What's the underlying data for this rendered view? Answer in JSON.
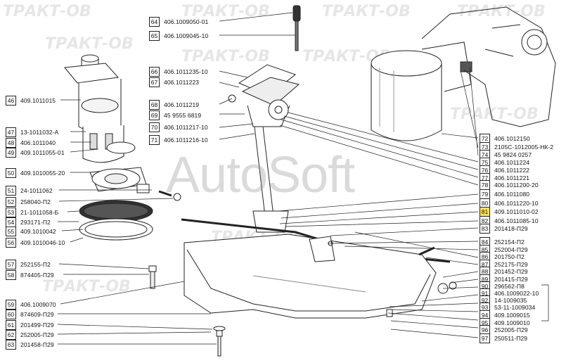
{
  "watermarks": {
    "brand": "ТРАКТ-ОВ",
    "overlay": "AutoSoft"
  },
  "callouts": [
    {
      "n": "46",
      "code": "409.1011015"
    },
    {
      "n": "47",
      "code": "13-1011032-А"
    },
    {
      "n": "48",
      "code": "406.1011040"
    },
    {
      "n": "49",
      "code": "409.1011055-01"
    },
    {
      "n": "50",
      "code": "409.1010055-20"
    },
    {
      "n": "51",
      "code": "24-1011062"
    },
    {
      "n": "52",
      "code": "258040-П2"
    },
    {
      "n": "53",
      "code": "21-1011058-Б"
    },
    {
      "n": "54",
      "code": "293171-П2"
    },
    {
      "n": "55",
      "code": "409.1010042"
    },
    {
      "n": "56",
      "code": "409.1010046-10"
    },
    {
      "n": "57",
      "code": "252155-П2"
    },
    {
      "n": "58",
      "code": "874405-П29"
    },
    {
      "n": "59",
      "code": "406.1009070"
    },
    {
      "n": "60",
      "code": "874609-П29"
    },
    {
      "n": "61",
      "code": "201499-П29"
    },
    {
      "n": "62",
      "code": "252005-П29"
    },
    {
      "n": "63",
      "code": "201458-П29"
    },
    {
      "n": "64",
      "code": "406.1009050-01"
    },
    {
      "n": "65",
      "code": "406.1009045-10"
    },
    {
      "n": "66",
      "code": "406.1011235-10"
    },
    {
      "n": "67",
      "code": "406.1011223"
    },
    {
      "n": "68",
      "code": "406.1011219"
    },
    {
      "n": "69",
      "code": "45 9555 6819"
    },
    {
      "n": "70",
      "code": "406.1011217-10"
    },
    {
      "n": "71",
      "code": "406.1011216-10"
    },
    {
      "n": "72",
      "code": "406.1012150"
    },
    {
      "n": "73",
      "code": "2105C-1012005-НК-2"
    },
    {
      "n": "74",
      "code": "45 9824 0257"
    },
    {
      "n": "75",
      "code": "406.1011224"
    },
    {
      "n": "76",
      "code": "406.1011222"
    },
    {
      "n": "77",
      "code": "406.1011221"
    },
    {
      "n": "78",
      "code": "406.1011200-20"
    },
    {
      "n": "79",
      "code": "406.1011080"
    },
    {
      "n": "80",
      "code": "406.1011220-10"
    },
    {
      "n": "81",
      "code": "409.1011010-02",
      "highlight": true
    },
    {
      "n": "82",
      "code": "406.1011085-10"
    },
    {
      "n": "83",
      "code": "201418-П29"
    },
    {
      "n": "84",
      "code": "252154-П2"
    },
    {
      "n": "85",
      "code": "252004-П29"
    },
    {
      "n": "86",
      "code": "201750-П2"
    },
    {
      "n": "87",
      "code": "252175-П29"
    },
    {
      "n": "88",
      "code": "201452-П29"
    },
    {
      "n": "89",
      "code": "201415-П29"
    },
    {
      "n": "90",
      "code": "296562-П8"
    },
    {
      "n": "91",
      "code": "406.1009022-10"
    },
    {
      "n": "92",
      "code": "14-1009035"
    },
    {
      "n": "93",
      "code": "53-11-1009034"
    },
    {
      "n": "94",
      "code": "409.1009015"
    },
    {
      "n": "95",
      "code": "409.1009010"
    },
    {
      "n": "96",
      "code": "252005-П29"
    },
    {
      "n": "97",
      "code": "250511-П29"
    }
  ],
  "colors": {
    "highlight": "#ffe25a",
    "line": "#222222"
  }
}
